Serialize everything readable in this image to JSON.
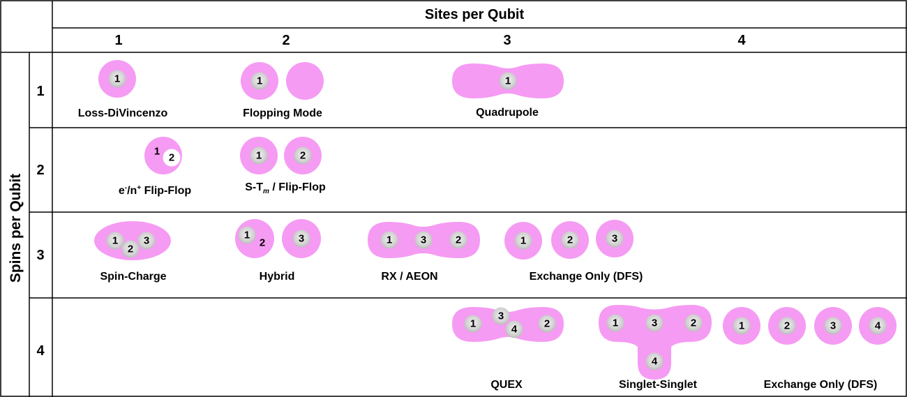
{
  "colors": {
    "blob": "#f59bf3",
    "grid": "#000000",
    "spin": "#d0d0d0"
  },
  "header": {
    "col_title": "Sites per Qubit",
    "row_title": "Spins per Qubit",
    "cols": [
      "1",
      "2",
      "3",
      "4"
    ],
    "rows": [
      "1",
      "2",
      "3",
      "4"
    ]
  },
  "cells": [
    {
      "label": "Loss-DiVincenzo",
      "spins": [
        "1"
      ]
    },
    {
      "label": "Flopping Mode",
      "spins": [
        "1"
      ]
    },
    {
      "label": "Quadrupole",
      "spins": [
        "1"
      ]
    },
    {
      "label_prefix": "e",
      "label_sup1": "-",
      "label_mid": "/n",
      "label_sup2": "+",
      "label_suffix": " Flip-Flop",
      "spins": [
        "1",
        "2"
      ]
    },
    {
      "label_prefix": "S-T",
      "label_sub": "m",
      "label_suffix": " / Flip-Flop",
      "spins": [
        "1",
        "2"
      ]
    },
    {
      "label": "Spin-Charge",
      "spins": [
        "1",
        "2",
        "3"
      ]
    },
    {
      "label": "Hybrid",
      "spins": [
        "1",
        "2",
        "3"
      ]
    },
    {
      "label": "RX / AEON",
      "spins": [
        "1",
        "3",
        "2"
      ]
    },
    {
      "label": "Exchange Only (DFS)",
      "spins": [
        "1",
        "2",
        "3"
      ]
    },
    {
      "label": "QUEX",
      "spins": [
        "1",
        "3",
        "4",
        "2"
      ]
    },
    {
      "label": "Singlet-Singlet",
      "spins": [
        "1",
        "3",
        "2",
        "4"
      ]
    },
    {
      "label": "Exchange Only (DFS)",
      "spins": [
        "1",
        "2",
        "3",
        "4"
      ]
    }
  ]
}
